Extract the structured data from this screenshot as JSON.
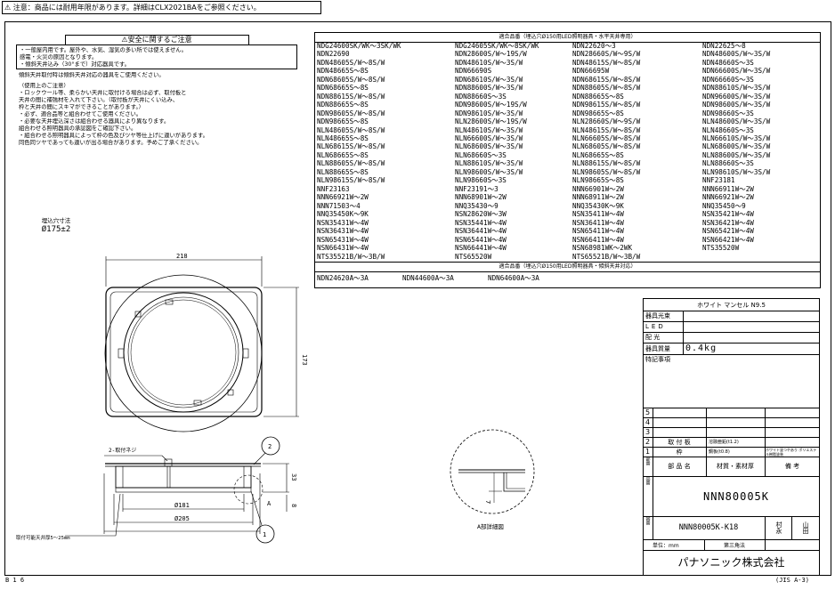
{
  "notice": "⚠ 注意：商品には耐用年限があります。詳細はCLX2021BAをご参照ください。",
  "safety": {
    "title": "⚠安全に関するご注意",
    "warnings": [
      "・一般屋内用です。屋外や、水気、湿気の多い所では使えません。",
      "感電・火災の原因となります。",
      "・傾斜天井込み（30°まで）対応器具です。",
      "傾斜天井取付時は傾斜天井対応の器具をご使用ください。"
    ],
    "usage_title": "（使用上のご注意）",
    "usage": [
      "・ロックウール等、柔らかい天井に取付ける場合は必ず、取付板と",
      "天井の間に補強材を入れて下さい。（取付板が天井にくい込み、",
      "枠と天井の間にスキマができることがあります。）",
      "・必ず、適合品等と組合わせてご使用ください。",
      "・必要な天井埋込深さは組合わせる器具により異なります。",
      "組合わせる照明器具の承認図をご確認下さい。",
      "・組合わせる照明器具によって枠の色及びツヤ等仕上げに違いがあります。",
      "同色同ツヤであっても違いが出る場合があります。予めご了承ください。"
    ]
  },
  "embed": {
    "label": "埋込穴寸法",
    "value": "Ø175±2"
  },
  "compat": {
    "header1": "適合品番（埋込穴Ø150用LED照明器具・水平天井専用）",
    "col1": [
      "NDG24600SK/WK～3SK/WK",
      "NDN22690",
      "NDN48605S/W～8S/W",
      "NDN48665S～8S",
      "NDN68605S/W～8S/W",
      "NDN68665S～8S",
      "NDN88615S/W～8S/W",
      "NDN88665S～8S",
      "NDN98605S/W～8S/W",
      "NDN98665S～8S",
      "NLN48605S/W～8S/W",
      "NLN48665S～8S",
      "NLN68615S/W～8S/W",
      "NLN68665S～8S",
      "NLN88605S/W～8S/W",
      "NLN88665S～8S",
      "NLN98615S/W～8S/W",
      "NNF23163",
      "NNN66921W～2W",
      "NNN71503～4",
      "NNQ35450K～9K",
      "NSN35431W～4W",
      "NSN36431W～4W",
      "NSN65431W～4W",
      "NSN66431W～4W",
      "NTS35521B/W～3B/W"
    ],
    "col2": [
      "NDG24605SK/WK～8SK/WK",
      "NDN28600S/W～19S/W",
      "NDN48610S/W～3S/W",
      "NDN66690S",
      "NDN68610S/W～3S/W",
      "NDN88600S/W～3S/W",
      "NDN88660S～3S",
      "NDN98600S/W～19S/W",
      "NDN98610S/W～3S/W",
      "NLN28600S/W～19S/W",
      "NLN48610S/W～3S/W",
      "NLN66600S/W～3S/W",
      "NLN68600S/W～3S/W",
      "NLN68660S～3S",
      "NLN88610S/W～3S/W",
      "NLN98600S/W～3S/W",
      "NLN98660S～3S",
      "NNF23191～3",
      "NNN68901W～2W",
      "NNQ35430～9",
      "NSN28620W～3W",
      "NSN35441W～4W",
      "NSN36441W～4W",
      "NSN65441W～4W",
      "NSN66441W～4W",
      "NTS65520W"
    ],
    "col3": [
      "NDN22620～3",
      "NDN28660S/W～9S/W",
      "NDN48615S/W～8S/W",
      "NDN66695W",
      "NDN68615S/W～8S/W",
      "NDN88605S/W～8S/W",
      "NDN88665S～8S",
      "NDN98615S/W～8S/W",
      "NDN98665S～8S",
      "NLN28660S/W～9S/W",
      "NLN48615S/W～8S/W",
      "NLN66605S/W～8S/W",
      "NLN68605S/W～8S/W",
      "NLN68665S～8S",
      "NLN88615S/W～8S/W",
      "NLN98605S/W～8S/W",
      "NLN98665S～8S",
      "NNN66901W～2W",
      "NNN68911W～2W",
      "NNQ35430K～9K",
      "NSN35411W～4W",
      "NSN36411W～4W",
      "NSN65411W～4W",
      "NSN66411W～4W",
      "NSN68981WK～2WK",
      "NTS65521B/W～3B/W"
    ],
    "col4": [
      "NDN22625～8",
      "NDN48600S/W～3S/W",
      "NDN48660S～3S",
      "NDN66600S/W～3S/W",
      "NDN66660S～3S",
      "NDN88610S/W～3S/W",
      "NDN96600S/W～3S/W",
      "NDN98600S/W～3S/W",
      "NDN98660S～3S",
      "NLN48600S/W～3S/W",
      "NLN48660S～3S",
      "NLN66610S/W～3S/W",
      "NLN68600S/W～3S/W",
      "NLN88600S/W～3S/W",
      "NLN88660S～3S",
      "NLN98610S/W～3S/W",
      "NNF23181",
      "NNN66911W～2W",
      "NNN66921W～2W",
      "NNQ35450～9",
      "NSN35421W～4W",
      "NSN36421W～4W",
      "NSN65421W～4W",
      "NSN66421W～4W",
      "NTS35520W"
    ],
    "header2": "適合品番（埋込穴Ø150用LED照明器具・傾斜天井対応）",
    "row2": [
      "NDN24620A～3A",
      "NDN44600A～3A",
      "NDN64600A～3A"
    ]
  },
  "title_block": {
    "color": "ホワイト マンセル N9.5",
    "light_source_label": "器具光束",
    "light_source_value": "",
    "led_label": "LED",
    "led_value": "",
    "distribution_label": "配 光",
    "distribution_value": "",
    "mass_label": "器具質量",
    "mass_value": "0.4kg",
    "notes_label": "特記事項",
    "row_numbers": [
      "5",
      "4",
      "3"
    ],
    "parts": [
      {
        "no": "2",
        "name": "取 付 板",
        "material": "溶融亜鉛(t1.2)",
        "note": ""
      },
      {
        "no": "1",
        "name": "枠",
        "material": "鋼板(t0.8)",
        "note": "ホワイト塗つやあり ポリエステル樹脂塗装"
      }
    ],
    "part_header": {
      "label": "部番",
      "name": "部 品 名",
      "material": "材質・素材厚",
      "note": "備 考"
    },
    "product_label": "品番",
    "product": "NNN80005K",
    "drawing_label": "図番",
    "drawing_no": "NNN80005K-K18",
    "approver": "村永",
    "checker": "山田",
    "unit": "単位：mm",
    "projection": "第三角法",
    "company": "パナソニック株式会社"
  },
  "drawing": {
    "width_dim": "218",
    "height_dim": "173",
    "dia1": "Ø181",
    "dia2": "Ø205",
    "depth": "33",
    "lip": "8",
    "screw_label": "2-取付ネジ",
    "range_label": "取付可能天井厚5～25mm",
    "section_label": "A",
    "detail_label": "A部詳細図",
    "detail_dim": "7",
    "balloon1": "1",
    "balloon2": "2"
  },
  "footer_left": "B 1 6",
  "footer_right": "(JIS A-3)"
}
